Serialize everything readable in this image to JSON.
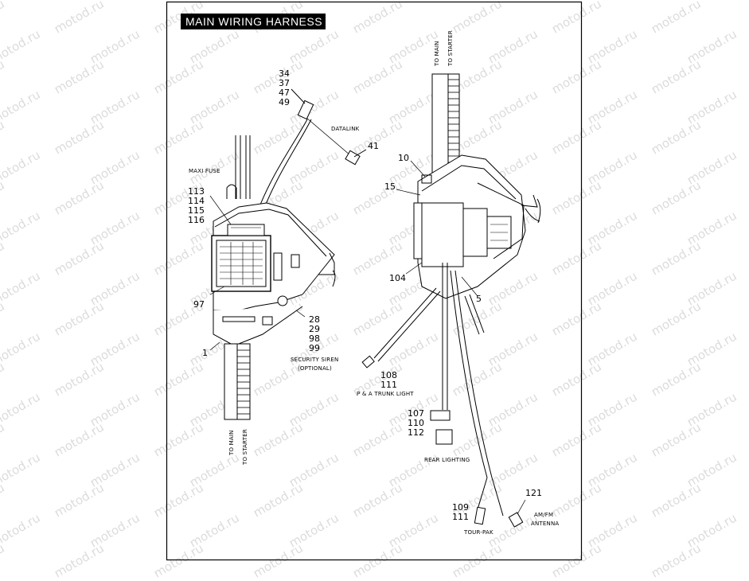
{
  "title": "MAIN WIRING  HARNESS",
  "watermark_text": "motod.ru",
  "left_view": {
    "callout_top": [
      "34",
      "37",
      "47",
      "49"
    ],
    "datalink_label": "DATALINK",
    "datalink_num": "41",
    "maxi_fuse_label": "MAXI FUSE",
    "fuse_nums": [
      "113",
      "114",
      "115",
      "116"
    ],
    "num_97": "97",
    "num_1": "1",
    "siren_nums": [
      "28",
      "29",
      "98",
      "99"
    ],
    "siren_label_1": "SECURITY SIREN",
    "siren_label_2": "(OPTIONAL)",
    "to_main": "TO MAIN",
    "to_starter": "TO STARTER"
  },
  "right_view": {
    "to_main": "TO MAIN",
    "to_starter": "TO STARTER",
    "num_10": "10",
    "num_15": "15",
    "num_104": "104",
    "num_5": "5",
    "trunk_nums": [
      "108",
      "111"
    ],
    "trunk_label": "P & A TRUNK LIGHT",
    "rear_nums": [
      "107",
      "110",
      "112"
    ],
    "rear_label": "REAR LIGHTING",
    "tourpak_nums": [
      "109",
      "111"
    ],
    "tourpak_label": "TOUR-PAK",
    "antenna_num": "121",
    "antenna_label_1": "AM/FM",
    "antenna_label_2": "ANTENNA"
  },
  "colors": {
    "line": "#000000",
    "watermark": "#dcdcdc",
    "title_bg": "#000000"
  }
}
